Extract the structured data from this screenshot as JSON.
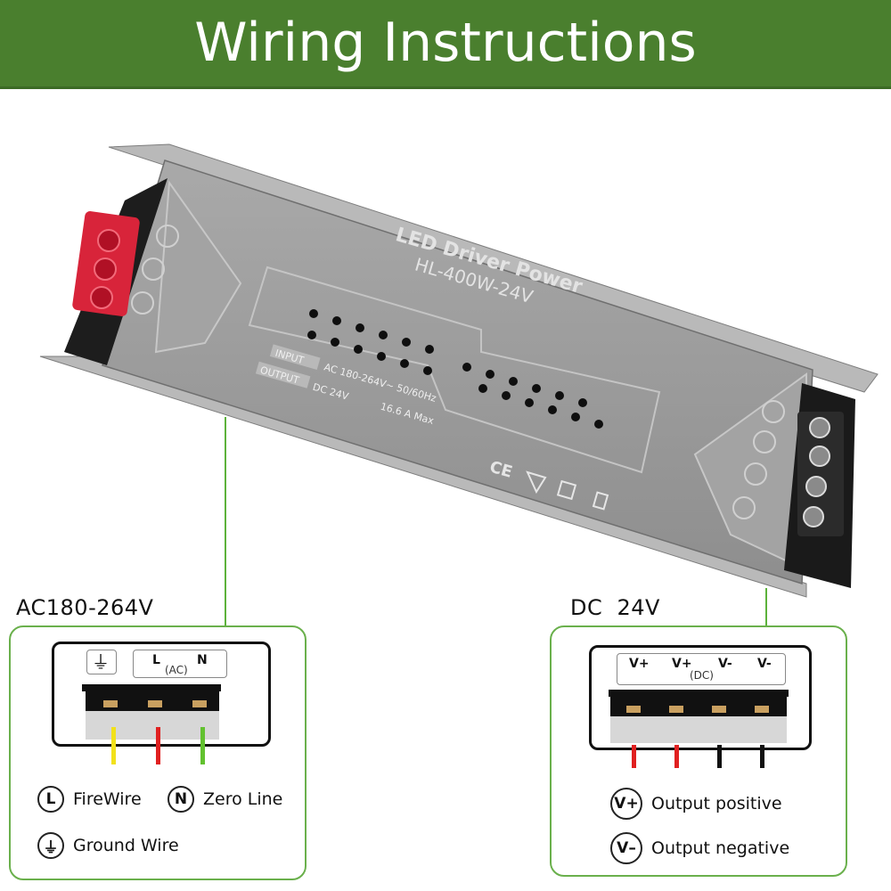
{
  "header": {
    "title": "Wiring Instructions"
  },
  "device": {
    "brand": "LED Driver Power",
    "model": "HL-400W-24V",
    "input_tag": "INPUT",
    "output_tag": "OUTPUT",
    "input_spec": "AC 180-264V~ 50/60Hz",
    "output_spec_left": "DC 24V",
    "output_spec_right": "16.6 A Max",
    "cert_ce": "CE"
  },
  "ac_section": {
    "heading": "AC180-264V",
    "ground_symbol": "⏚",
    "label_l": "L",
    "label_ac": "(AC)",
    "label_n": "N",
    "wire_colors": [
      "#f2e11b",
      "#e02020",
      "#62c12f"
    ],
    "legend": [
      {
        "symbol": "L",
        "text": "FireWire"
      },
      {
        "symbol": "N",
        "text": "Zero Line"
      },
      {
        "symbol": "⏚",
        "text": "Ground Wire"
      }
    ]
  },
  "dc_section": {
    "heading": "DC  24V",
    "labels": [
      "V+",
      "V+",
      "V-",
      "V-"
    ],
    "label_dc": "(DC)",
    "wire_colors": [
      "#e02020",
      "#e02020",
      "#111111",
      "#111111"
    ],
    "legend": [
      {
        "symbol": "V+",
        "text": "Output positive"
      },
      {
        "symbol": "V–",
        "text": "Output negative"
      }
    ]
  }
}
